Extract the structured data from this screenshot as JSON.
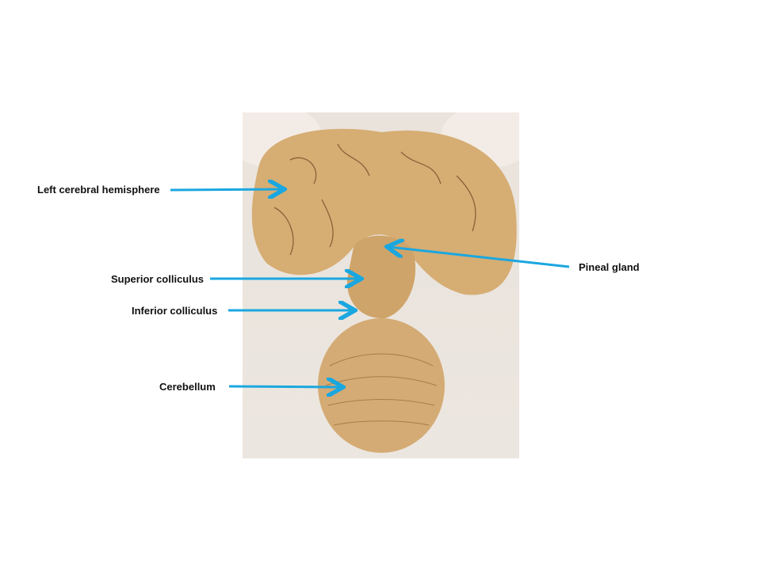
{
  "labels": {
    "left_cerebral_hemisphere": "Left cerebral hemisphere",
    "pineal_gland": "Pineal gland",
    "superior_colliculus": "Superior colliculus",
    "inferior_colliculus": "Inferior colliculus",
    "cerebellum": "Cerebellum"
  },
  "colors": {
    "arrow": "#1aa7e0",
    "tissue": "#d2a870"
  }
}
